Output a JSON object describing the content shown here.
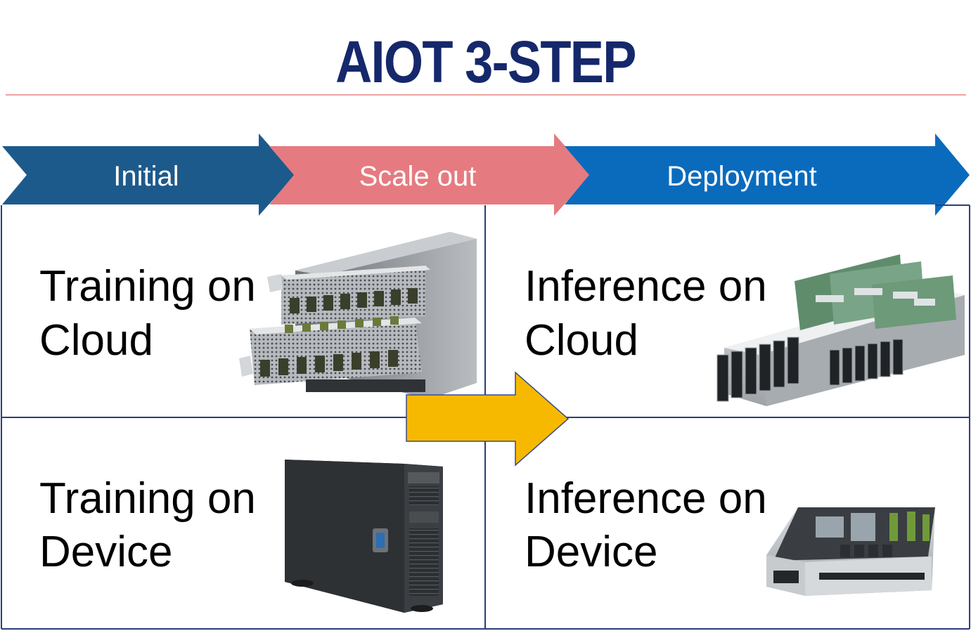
{
  "title": "AIOT 3-STEP",
  "stages": [
    {
      "label": "Initial",
      "color": "#1d5a8c"
    },
    {
      "label": "Scale out",
      "color": "#e57b80"
    },
    {
      "label": "Deployment",
      "color": "#0a6bbd"
    }
  ],
  "cells": {
    "training_cloud": {
      "line1": "Training on",
      "line2": "Cloud",
      "icon": "gpu-rack-server-icon"
    },
    "inference_cloud": {
      "line1": "Inference on",
      "line2": "Cloud",
      "icon": "blade-server-icon"
    },
    "training_device": {
      "line1": "Training on",
      "line2": "Device",
      "icon": "tower-workstation-icon"
    },
    "inference_device": {
      "line1": "Inference on",
      "line2": "Device",
      "icon": "1u-rack-server-icon"
    }
  },
  "colors": {
    "title": "#15286b",
    "grid_line": "#2b3d7a",
    "transition_arrow": "#f7b900"
  }
}
